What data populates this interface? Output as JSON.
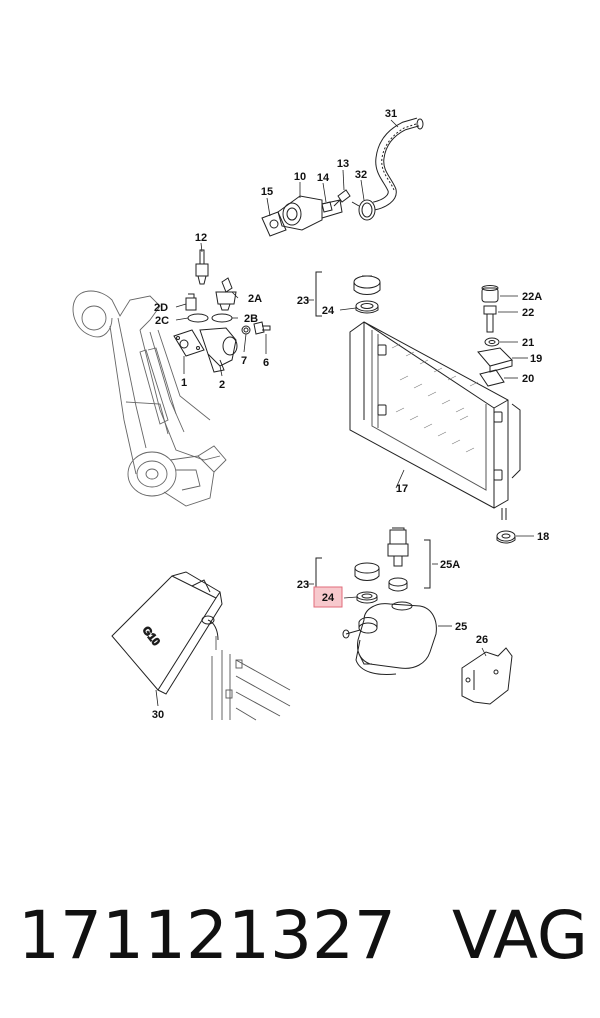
{
  "part_number": "171121327",
  "brand": "VAG",
  "callouts": {
    "c31": "31",
    "c10": "10",
    "c14": "14",
    "c13": "13",
    "c32": "32",
    "c15": "15",
    "c12": "12",
    "c2D": "2D",
    "c2A": "2A",
    "c2C": "2C",
    "c2B": "2B",
    "c1": "1",
    "c2": "2",
    "c7": "7",
    "c6": "6",
    "c23a": "23",
    "c24a": "24",
    "c22A": "22A",
    "c22": "22",
    "c21": "21",
    "c19": "19",
    "c20": "20",
    "c17": "17",
    "c18": "18",
    "c23b": "23",
    "c24b": "24",
    "c25A": "25A",
    "c25": "25",
    "c26": "26",
    "c30": "30"
  },
  "canister_label": "G10",
  "highlight_color": "#f7c9cd",
  "highlight_border": "#e26b7a"
}
